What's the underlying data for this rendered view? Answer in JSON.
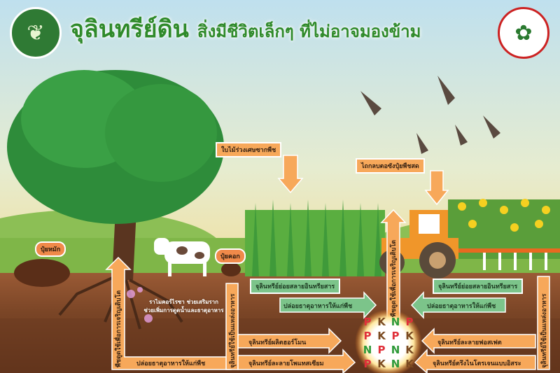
{
  "header": {
    "title": "จุลินทรีย์ดิน",
    "subtitle": "สิ่งมีชีวิตเล็กๆ ที่ไม่อาจมองข้าม",
    "left_logo": "department-emblem",
    "right_logo": "land-development-emblem"
  },
  "labels": {
    "compost": "ปุ๋ยหมัก",
    "manure": "ปุ๋ยคอก",
    "leaf_litter": "ใบไม้ร่วงเศษซากพืช",
    "green_manure": "ไถกลบตอซังปุ๋ยพืชสด",
    "plant_uptake_left": "พืชดูดใช้เพื่อการเจริญเติบโต",
    "plant_uptake_center": "พืชดูดใช้เพื่อการเจริญเติบโต",
    "mycorrhiza_1": "ราไมคอร์ไรซา ช่วยเสริมราก",
    "mycorrhiza_2": "ช่วยเพิ่มการดูดน้ำและธาตุอาหาร",
    "release_bottom": "ปล่อยธาตุอาหารให้แก่พืช",
    "food_source_left": "จุลินทรีย์ใช้เป็นแหล่งอาหาร",
    "food_source_right": "จุลินทรีย์ใช้เป็นแหล่งอาหาร",
    "hormone": "จุลินทรีย์ผลิตฮอร์โมน",
    "potassium": "จุลินทรีย์ละลายโพแทสเซียม",
    "decompose_left": "จุลินทรีย์ย่อยสลายอินทรียสาร",
    "release_left": "ปล่อยธาตุอาหารให้แก่พืช",
    "decompose_right": "จุลินทรีย์ย่อยสลายอินทรียสาร",
    "release_right": "ปล่อยธาตุอาหารให้แก่พืช",
    "phosphate": "จุลินทรีย์ละลายฟอสเฟต",
    "nitrogen": "จุลินทรีย์ตรึงไนโตรเจนแบบอิสระ"
  },
  "nutrients": [
    "P",
    "K",
    "N",
    "P",
    "P",
    "K",
    "P",
    "K",
    "N",
    "P",
    "N",
    "K",
    "P",
    "K",
    "N",
    "K"
  ],
  "colors": {
    "orange_arrow": "#f7a85a",
    "green_arrow": "#7cc48a",
    "title_green": "#2f8a2a",
    "soil": "#7a4526",
    "N": "#2e9a3a",
    "P": "#e0303a",
    "K": "#7a4a20"
  }
}
